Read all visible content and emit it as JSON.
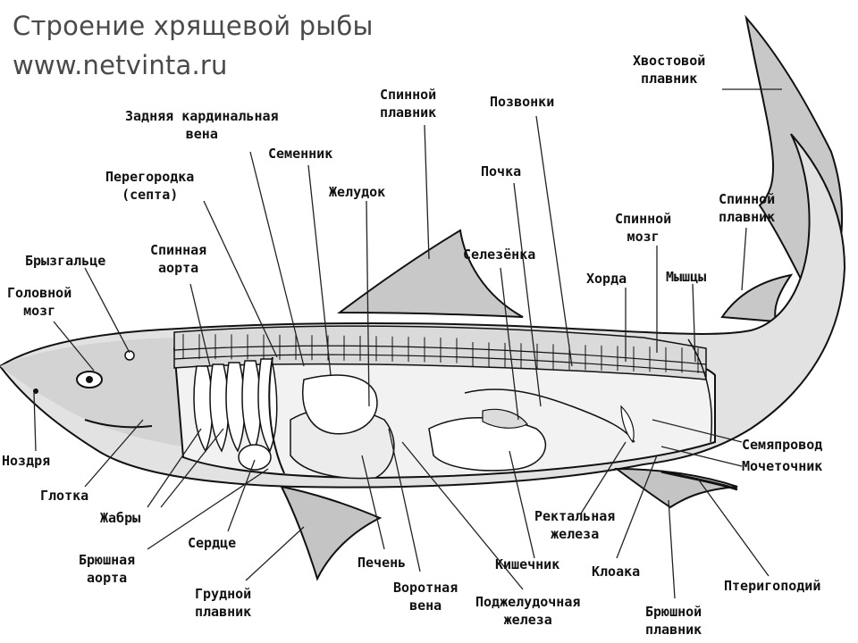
{
  "title": "Строение хрящевой рыбы",
  "site": "www.netvinta.ru",
  "labels": {
    "tail_fin": "Хвостовой\nплавник",
    "dorsal_fin_1": "Спинной\nплавник",
    "vertebrae": "Позвонки",
    "posterior_cardinal_vein": "Задняя кардинальная\nвена",
    "testis": "Семенник",
    "septum": "Перегородка\n(септа)",
    "stomach": "Желудок",
    "kidney": "Почка",
    "spinal_cord": "Спинной\nмозг",
    "dorsal_fin_2": "Спинной\nплавник",
    "spiracle": "Брызгальце",
    "dorsal_aorta": "Спинная\nаорта",
    "spleen": "Селезёнка",
    "brain": "Головной\nмозг",
    "notochord": "Хорда",
    "muscles": "Мышцы",
    "nostril": "Ноздря",
    "sperm_duct": "Семяпровод",
    "ureter": "Мочеточник",
    "pharynx": "Глотка",
    "gills": "Жабры",
    "heart": "Сердце",
    "ventral_aorta": "Брюшная\nаорта",
    "rectal_gland": "Ректальная\nжелеза",
    "liver": "Печень",
    "intestine": "Кишечник",
    "cloaca": "Клоака",
    "portal_vein": "Воротная\nвена",
    "pancreas": "Поджелудочная\nжелеза",
    "pterygopodium": "Птеригоподий",
    "pectoral_fin": "Грудной\nплавник",
    "pelvic_fin": "Брюшной\nплавник"
  }
}
